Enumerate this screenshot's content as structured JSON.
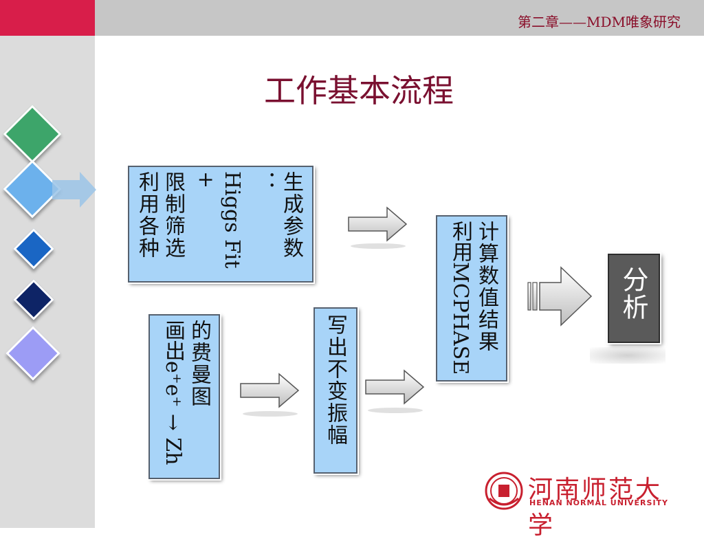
{
  "header": {
    "chapter_title": "第二章——MDM唯象研究"
  },
  "slide": {
    "title": "工作基本流程"
  },
  "flow": {
    "box1": {
      "col1": "生成参数",
      "col2": "：",
      "col3": "Higgs Fit",
      "col4": "+",
      "col5": "限制筛选",
      "col6": "利用各种"
    },
    "box2": {
      "col1": "的费曼图",
      "col2": "画出e⁺e⁺ → Zh"
    },
    "box3": {
      "col1": "写出不变振幅"
    },
    "box4": {
      "col1": "计算数值结果",
      "col2": "利用MCPHASE"
    },
    "box5": {
      "col1": "分析"
    }
  },
  "logo": {
    "name_cn": "河南师范大学",
    "name_en": "HENAN NORMAL UNIVERSITY"
  },
  "colors": {
    "accent_red": "#d81e4a",
    "title_color": "#7a1030",
    "box_fill": "#a8d4f8",
    "dark_box": "#555555"
  }
}
